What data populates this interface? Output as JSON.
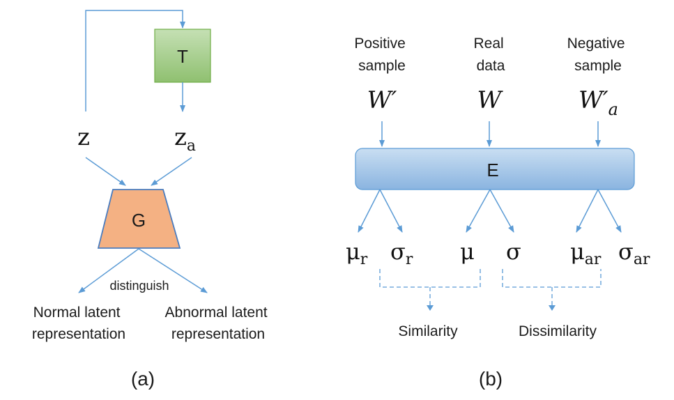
{
  "panel_a": {
    "caption": "(a)",
    "block_t": "T",
    "block_g": "G",
    "input_z": "z",
    "input_za": {
      "base": "z",
      "sub": "a"
    },
    "distinguish": "distinguish",
    "out_left": [
      "Normal latent",
      "representation"
    ],
    "out_right": [
      "Abnormal latent",
      "representation"
    ]
  },
  "panel_b": {
    "caption": "(b)",
    "encoder": "E",
    "inputs": [
      {
        "title": [
          "Positive",
          "sample"
        ],
        "symbol": "W′",
        "sub": ""
      },
      {
        "title": [
          "Real",
          "data"
        ],
        "symbol": "W",
        "sub": ""
      },
      {
        "title": [
          "Negative",
          "sample"
        ],
        "symbol": "W′",
        "sub": "a"
      }
    ],
    "outputs": [
      {
        "base": "μ",
        "sub": "r"
      },
      {
        "base": "σ",
        "sub": "r"
      },
      {
        "base": "μ",
        "sub": ""
      },
      {
        "base": "σ",
        "sub": ""
      },
      {
        "base": "μ",
        "sub": "ar"
      },
      {
        "base": "σ",
        "sub": "ar"
      }
    ],
    "similarity": "Similarity",
    "dissimilarity": "Dissimilarity"
  },
  "colors": {
    "arrow": "#5b9bd5",
    "t_fill": "#a9d18e",
    "t_stroke": "#70ad47",
    "g_fill": "#f4b183",
    "g_stroke": "#4a7cbf",
    "e_fill": "#9dc3e6",
    "e_stroke": "#5b9bd5"
  }
}
